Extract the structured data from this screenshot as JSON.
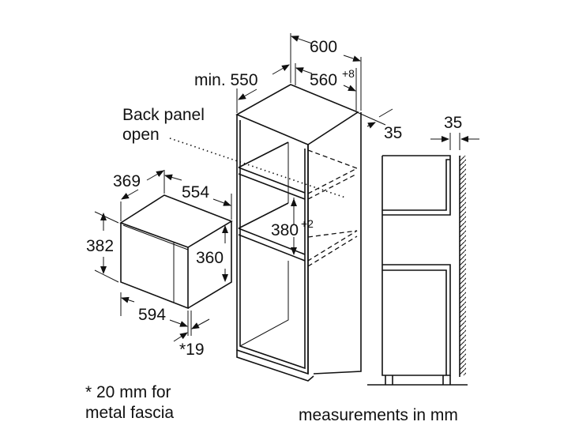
{
  "dimensions": {
    "cabinet_width": "600",
    "cabinet_depth": "min. 550",
    "niche_width": "560",
    "niche_width_tolerance": "+8",
    "back_gap": "35",
    "side_back_gap": "35",
    "niche_height": "380",
    "niche_height_tolerance": "+2",
    "appliance_depth": "369",
    "appliance_body_width": "554",
    "appliance_height": "382",
    "appliance_body_height": "360",
    "appliance_width": "594",
    "fascia_depth": "*19"
  },
  "labels": {
    "back_panel_line1": "Back panel",
    "back_panel_line2": "open",
    "footnote_line1": "* 20 mm for",
    "footnote_line2": "metal fascia",
    "units_note": "measurements in mm"
  }
}
